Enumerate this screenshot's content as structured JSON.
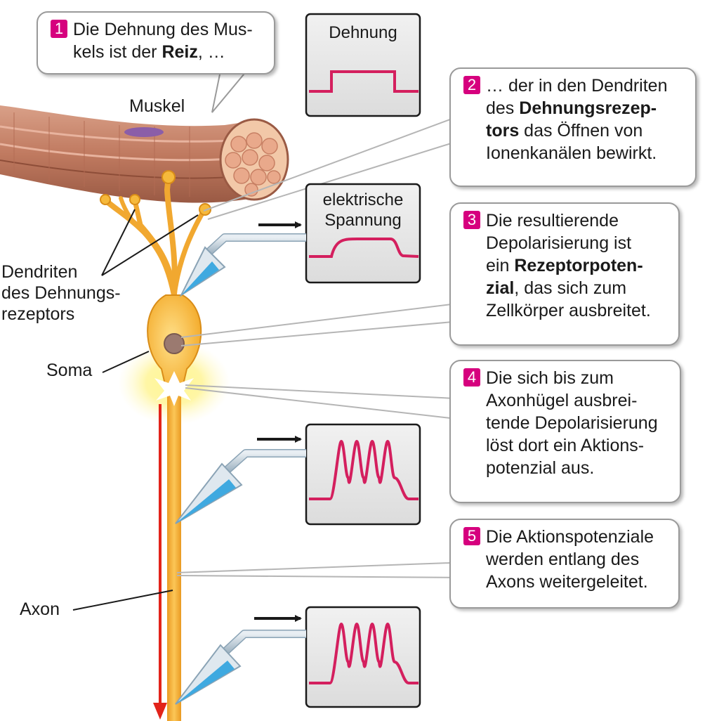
{
  "callouts": [
    {
      "num": "1",
      "lines": [
        [
          {
            "t": "Die Dehnung des Mus-"
          }
        ],
        [
          {
            "t": "kels ist der "
          },
          {
            "t": "Reiz",
            "b": true
          },
          {
            "t": ", …"
          }
        ]
      ]
    },
    {
      "num": "2",
      "lines": [
        [
          {
            "t": "… der in den Dendriten"
          }
        ],
        [
          {
            "t": "des "
          },
          {
            "t": "Dehnungsrezep-",
            "b": true
          }
        ],
        [
          {
            "t": "tors",
            "b": true
          },
          {
            "t": " das Öffnen von"
          }
        ],
        [
          {
            "t": "Ionenkanälen bewirkt."
          }
        ]
      ]
    },
    {
      "num": "3",
      "lines": [
        [
          {
            "t": "Die resultierende"
          }
        ],
        [
          {
            "t": "Depolarisierung ist"
          }
        ],
        [
          {
            "t": "ein "
          },
          {
            "t": "Rezeptorpoten-",
            "b": true
          }
        ],
        [
          {
            "t": "zial",
            "b": true
          },
          {
            "t": ", das sich zum"
          }
        ],
        [
          {
            "t": "Zellkörper ausbreitet."
          }
        ]
      ]
    },
    {
      "num": "4",
      "lines": [
        [
          {
            "t": "Die sich bis zum"
          }
        ],
        [
          {
            "t": "Axonhügel ausbrei-"
          }
        ],
        [
          {
            "t": "tende Depolarisierung"
          }
        ],
        [
          {
            "t": "löst dort ein Aktions-"
          }
        ],
        [
          {
            "t": "potenzial aus."
          }
        ]
      ]
    },
    {
      "num": "5",
      "lines": [
        [
          {
            "t": "Die Aktionspotenziale"
          }
        ],
        [
          {
            "t": "werden entlang des"
          }
        ],
        [
          {
            "t": "Axons weitergeleitet."
          }
        ]
      ]
    }
  ],
  "labels": {
    "muscle": "Muskel",
    "dendrites": [
      "Dendriten",
      "des Dehnungs-",
      "rezeptors"
    ],
    "soma": "Soma",
    "axon": "Axon"
  },
  "panels": {
    "stretch": "Dehnung",
    "voltage": [
      "elektrische",
      "Spannung"
    ]
  },
  "colors": {
    "trace": "#d41f5e",
    "badge": "#d6007e",
    "neuron": "#f6b93b",
    "muscle": "#c9876b",
    "conduction_arrow": "#e2231a",
    "electrode_fluid": "#3fa9e0"
  }
}
